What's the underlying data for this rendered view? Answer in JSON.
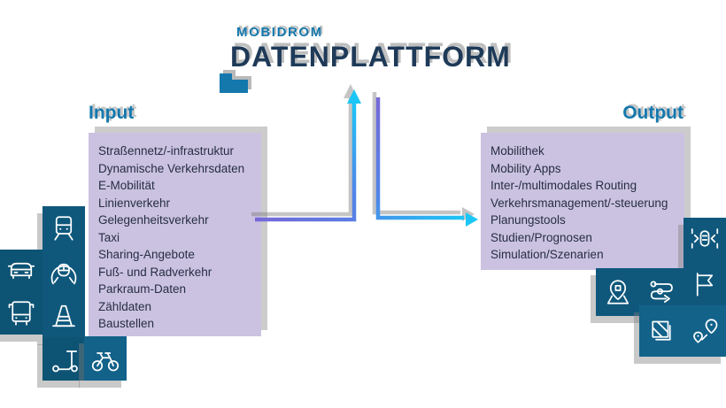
{
  "header": {
    "brand": "MOBIDROM",
    "title": "DATENPLATTFORM",
    "logo_icon": "server-block-icon"
  },
  "input": {
    "label": "Input",
    "items": [
      "Straßennetz/-infrastruktur",
      "Dynamische Verkehrsdaten",
      "E-Mobilität",
      "Linienverkehr",
      "Gelegenheitsverkehr",
      "Taxi",
      "Sharing-Angebote",
      "Fuß- und Radverkehr",
      "Parkraum-Daten",
      "Zähldaten",
      "Baustellen"
    ]
  },
  "output": {
    "label": "Output",
    "items": [
      "Mobilithek",
      "Mobility Apps",
      "Inter-/multimodales Routing",
      "Verkehrsmanagement/-steuerung",
      "Planungstools",
      "Studien/Prognosen",
      "Simulation/Szenarien"
    ]
  },
  "arrows": {
    "input_to_platform": "input-to-platform-arrow",
    "platform_to_output": "platform-to-output-arrow"
  },
  "icon_tiles": {
    "l-main": [
      "train-icon",
      "metro-tunnel-icon",
      "traffic-cone-icon"
    ],
    "l-side": [
      "car-icon",
      "bus-icon"
    ],
    "l-scooter": [
      "scooter-icon"
    ],
    "l-bike": [
      "bicycle-icon"
    ],
    "r-col": [
      "data-exchange-icon",
      "flag-icon"
    ],
    "r-row": [
      "map-pin-icon",
      "route-slider-icon"
    ],
    "r-bottom": [
      "map-layers-icon",
      "route-pins-icon"
    ]
  },
  "colors": {
    "accent_blue": "#1478ad",
    "heading_navy": "#1e3a58",
    "text_ink": "#262e42",
    "panel_lavender": "#cbc2e1",
    "tile_teal": "#0f587c",
    "tile_teal_light": "#12628a",
    "arrow_purple": "#7668d8",
    "arrow_cyan": "#1bc6f6"
  }
}
